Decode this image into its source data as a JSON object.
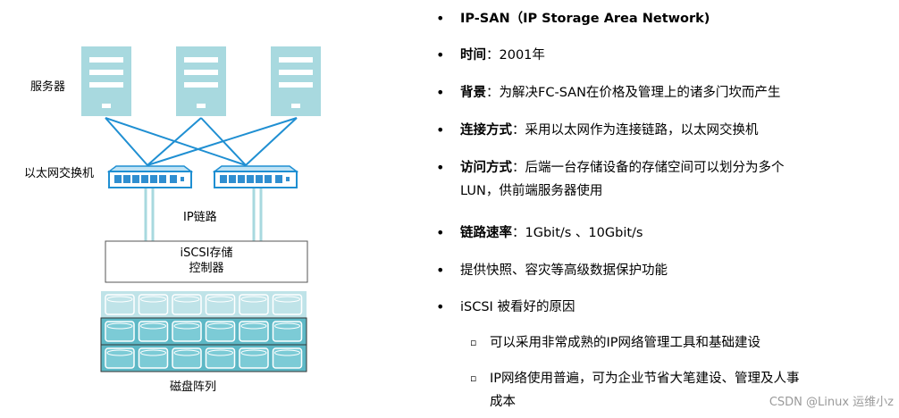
{
  "diagram": {
    "label_servers": "服务器",
    "label_switch": "以太网交换机",
    "label_iplink": "IP链路",
    "controller_line1": "iSCSI存储",
    "controller_line2": "控制器",
    "label_array": "磁盘阵列",
    "colors": {
      "server": "#a8d9df",
      "link": "#1f8fd2",
      "switch_fill": "#2f8ed0",
      "disk": "#5db8c6",
      "disk_light": "#bfe3e8"
    }
  },
  "bullets": [
    {
      "title": "IP-SAN（IP Storage Area Network)",
      "text": ""
    },
    {
      "title": "时间",
      "text": "：2001年"
    },
    {
      "title": "背景",
      "text": "：为解决FC-SAN在价格及管理上的诸多门坎而产生"
    },
    {
      "title": "连接方式",
      "text": "：采用以太网作为连接链路，以太网交换机"
    },
    {
      "title": "访问方式",
      "text": "：后端一台存储设备的存储空间可以划分为多个",
      "cont": "LUN，供前端服务器使用"
    },
    {
      "title": "链路速率",
      "text": "：1Gbit/s 、10Gbit/s"
    },
    {
      "title": "",
      "text": "提供快照、容灾等高级数据保护功能"
    },
    {
      "title": "",
      "text": "iSCSI 被看好的原因"
    }
  ],
  "sub_bullets": [
    {
      "text": "可以采用非常成熟的IP网络管理工具和基础建设"
    },
    {
      "text": "IP网络使用普遍，可为企业节省大笔建设、管理及人事",
      "cont": "成本"
    }
  ],
  "watermark": "CSDN @Linux 运维小z"
}
